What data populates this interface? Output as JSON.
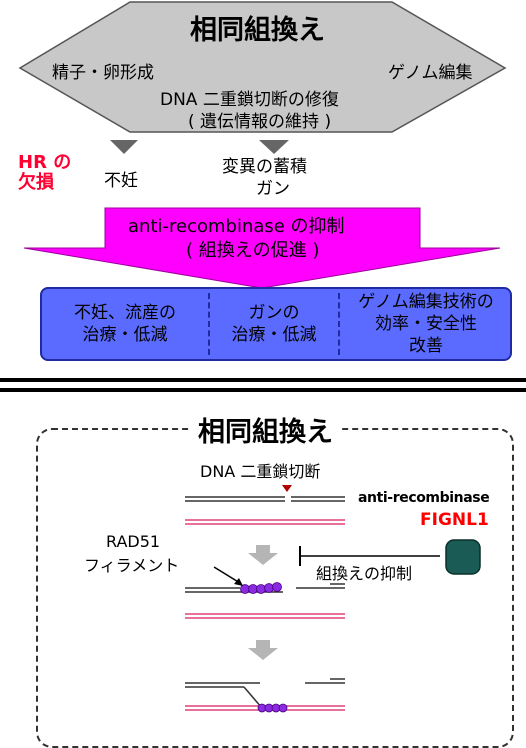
{
  "top": {
    "title": "相同組換え",
    "left_item": "精子・卵形成",
    "right_item": "ゲノム編集",
    "center_line1": "DNA 二重鎖切断の修復",
    "center_line2": "( 遺伝情報の維持 )"
  },
  "outcomes": {
    "hr_label_1": "HR の",
    "hr_label_2": "欠損",
    "infertility": "不妊",
    "mutation_1": "変異の蓄積",
    "mutation_2": "ガン"
  },
  "arrow": {
    "line1": "anti-recombinase の抑制",
    "line2": "( 組換えの促進 )"
  },
  "benefits": {
    "col1_line1": "不妊、流産の",
    "col1_line2": "治療・低減",
    "col2_line1": "ガンの",
    "col2_line2": "治療・低減",
    "col3_line1": "ゲノム編集技術の",
    "col3_line2": "効率・安全性",
    "col3_line3": "改善"
  },
  "lower": {
    "title": "相同組換え",
    "dsb_label": "DNA 二重鎖切断",
    "anti_label": "anti-recombinase",
    "fignl1_label": "FIGNL1",
    "rad51_line1": "RAD51",
    "rad51_line2": "フィラメント",
    "inhibit_label": "組換えの抑制"
  },
  "colors": {
    "hexagon_fill": "#c8c8c8",
    "arrow_fill": "#ff00ff",
    "box_fill": "#5b6bff",
    "hr_label": "#ff0033",
    "fignl1_red": "#ff0000",
    "fignl1_blob": "#1a5c55",
    "dna_pink": "#e0407a",
    "rad51_purple": "#8a2be2",
    "dsb_marker": "#b00000"
  }
}
